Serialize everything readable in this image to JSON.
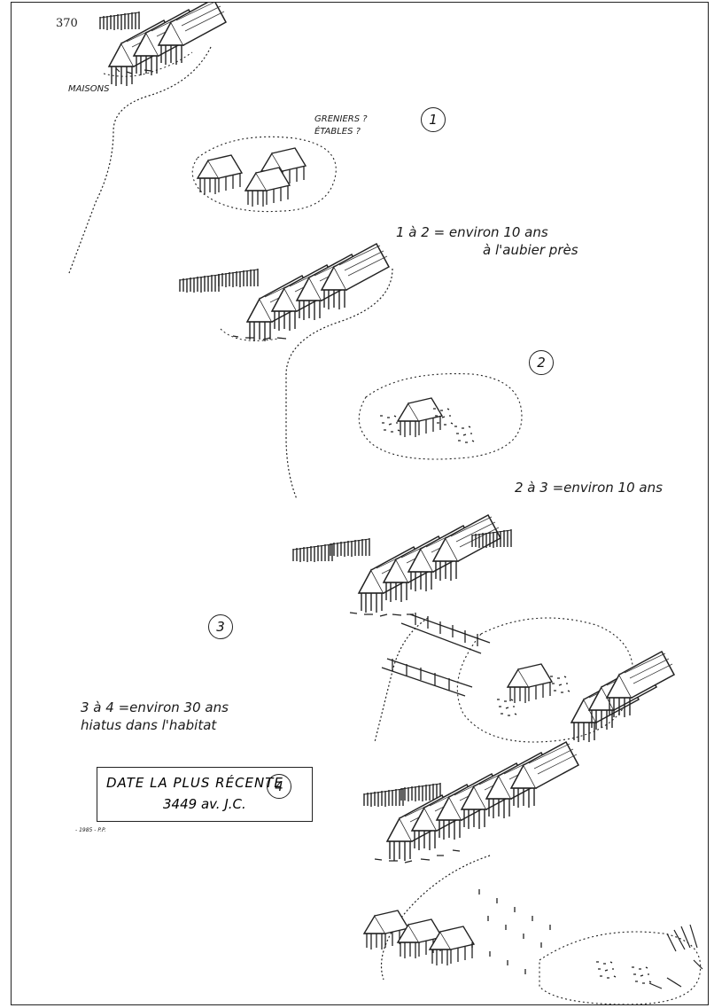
{
  "page_number": "370",
  "labels": {
    "maisons": "MAISONS",
    "greniers": "GRENIERS ?",
    "etables": "ÉTABLES ?"
  },
  "phases": [
    "1",
    "2",
    "3",
    "4"
  ],
  "intervals": {
    "i12_line1": "1 à 2 = environ 10 ans",
    "i12_line2": "à l'aubier près",
    "i23": "2 à 3 =environ 10 ans",
    "i34_line1": "3 à 4 =environ 30 ans",
    "i34_line2": "hiatus dans l'habitat"
  },
  "date_box": {
    "line1": "DATE LA PLUS RÉCENTE",
    "line2": "3449 av. J.C."
  },
  "signature": "- 1985 - P.P."
}
